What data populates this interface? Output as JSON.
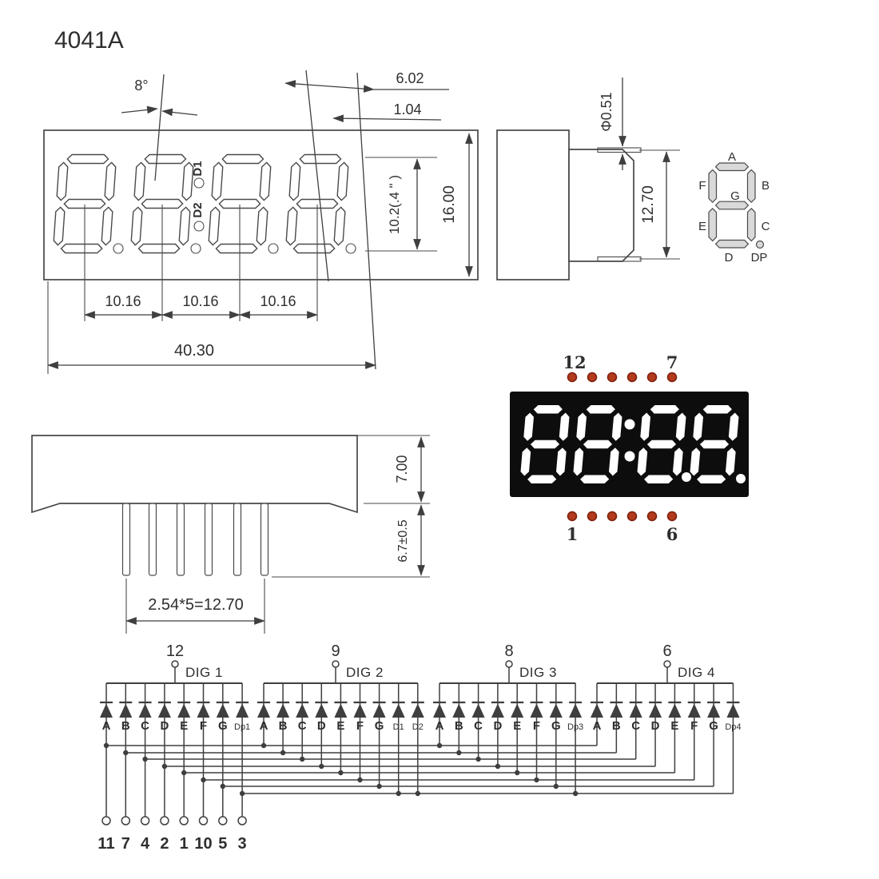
{
  "title": "4041A",
  "front_view": {
    "tilt_angle": "8°",
    "dim_6_02": "6.02",
    "dim_1_04": "1.04",
    "digit_height": "10.2(.4 \" )",
    "body_height": "16.00",
    "digit_pitch": [
      "10.16",
      "10.16",
      "10.16"
    ],
    "body_width": "40.30",
    "colon_labels": [
      "D1",
      "D2"
    ]
  },
  "side_view": {
    "pin_thickness": "Φ0.51",
    "pin_row_span": "12.70"
  },
  "segment_map": {
    "labels": [
      "A",
      "B",
      "C",
      "D",
      "E",
      "F",
      "G",
      "DP"
    ]
  },
  "bottom_view": {
    "body_depth": "7.00",
    "pin_length": "6.7±0.5",
    "pin_pitch": "2.54*5=12.70"
  },
  "display_photo": {
    "top_left_pin": "12",
    "top_right_pin": "7",
    "bottom_left_pin": "1",
    "bottom_right_pin": "6"
  },
  "schematic": {
    "digits": [
      {
        "pin": "12",
        "name": "DIG 1",
        "segments": [
          "A",
          "B",
          "C",
          "D",
          "E",
          "F",
          "G",
          "Dp1"
        ]
      },
      {
        "pin": "9",
        "name": "DIG 2",
        "segments": [
          "A",
          "B",
          "C",
          "D",
          "E",
          "F",
          "G",
          "D1",
          "D2"
        ]
      },
      {
        "pin": "8",
        "name": "DIG 3",
        "segments": [
          "A",
          "B",
          "C",
          "D",
          "E",
          "F",
          "G",
          "Dp3"
        ]
      },
      {
        "pin": "6",
        "name": "DIG 4",
        "segments": [
          "A",
          "B",
          "C",
          "D",
          "E",
          "F",
          "G",
          "Dp4"
        ]
      }
    ],
    "bottom_pins": [
      "11",
      "7",
      "4",
      "2",
      "1",
      "10",
      "5",
      "3"
    ]
  },
  "colors": {
    "line": "#3f3f3f",
    "faint_label": "#6d9486",
    "photo_body": "#0d0d0d",
    "segment_white": "#ffffff",
    "pin_dot": "#b23a1d",
    "pin_dot_edge": "#7c1f0d",
    "text": "#2f2f2f",
    "mini_seg_fill": "#d9d9d9"
  }
}
